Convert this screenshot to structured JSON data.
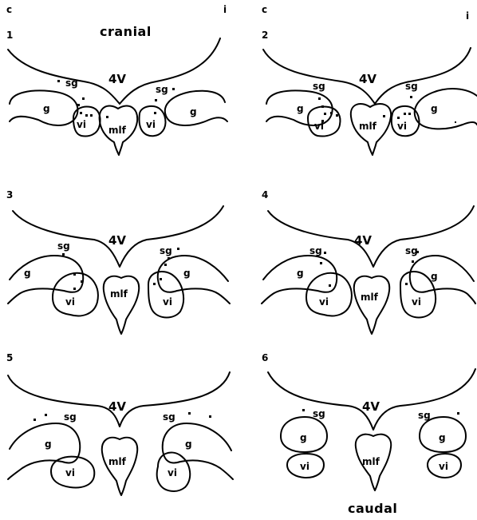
{
  "corner_labels": {
    "left": "c",
    "right": "i"
  },
  "titles": {
    "top": "cranial",
    "bottom": "caudal"
  },
  "labels": {
    "ventricle": "4V",
    "genu": "g",
    "abducens_nucleus": "vi",
    "mlf": "mlf",
    "supragenual": "sg"
  },
  "panels": [
    {
      "number": "1"
    },
    {
      "number": "2"
    },
    {
      "number": "3"
    },
    {
      "number": "4"
    },
    {
      "number": "5"
    },
    {
      "number": "6"
    }
  ],
  "colors": {
    "ink": "#000000",
    "background": "#ffffff"
  }
}
